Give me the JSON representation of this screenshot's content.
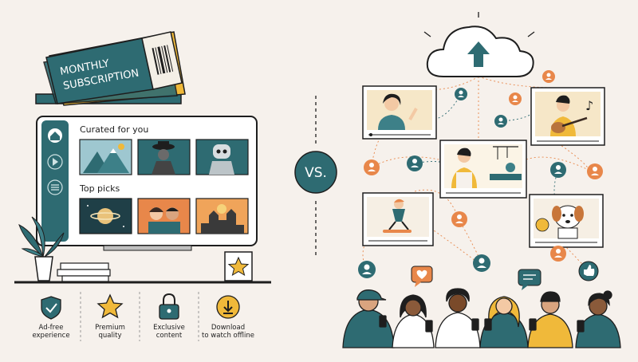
{
  "ticket": {
    "line1": "MONTHLY",
    "line2": "SUBSCRIPTION"
  },
  "tv": {
    "row1_title": "Curated for you",
    "row2_title": "Top picks",
    "nav": [
      {
        "icon": "home-icon"
      },
      {
        "icon": "play-icon"
      },
      {
        "icon": "list-icon"
      }
    ]
  },
  "vs": "VS.",
  "features": [
    {
      "icon": "shield-check-icon",
      "label_line1": "Ad-free",
      "label_line2": "experience"
    },
    {
      "icon": "star-icon",
      "label_line1": "Premium",
      "label_line2": "quality"
    },
    {
      "icon": "lock-icon",
      "label_line1": "Exclusive",
      "label_line2": "content"
    },
    {
      "icon": "download-icon",
      "label_line1": "Download",
      "label_line2": "to watch offline"
    }
  ],
  "colors": {
    "teal": "#2e6b72",
    "orange": "#e8874a",
    "yellow": "#f0b93a",
    "background": "#f6f1ec",
    "ink": "#1e1e1e"
  }
}
